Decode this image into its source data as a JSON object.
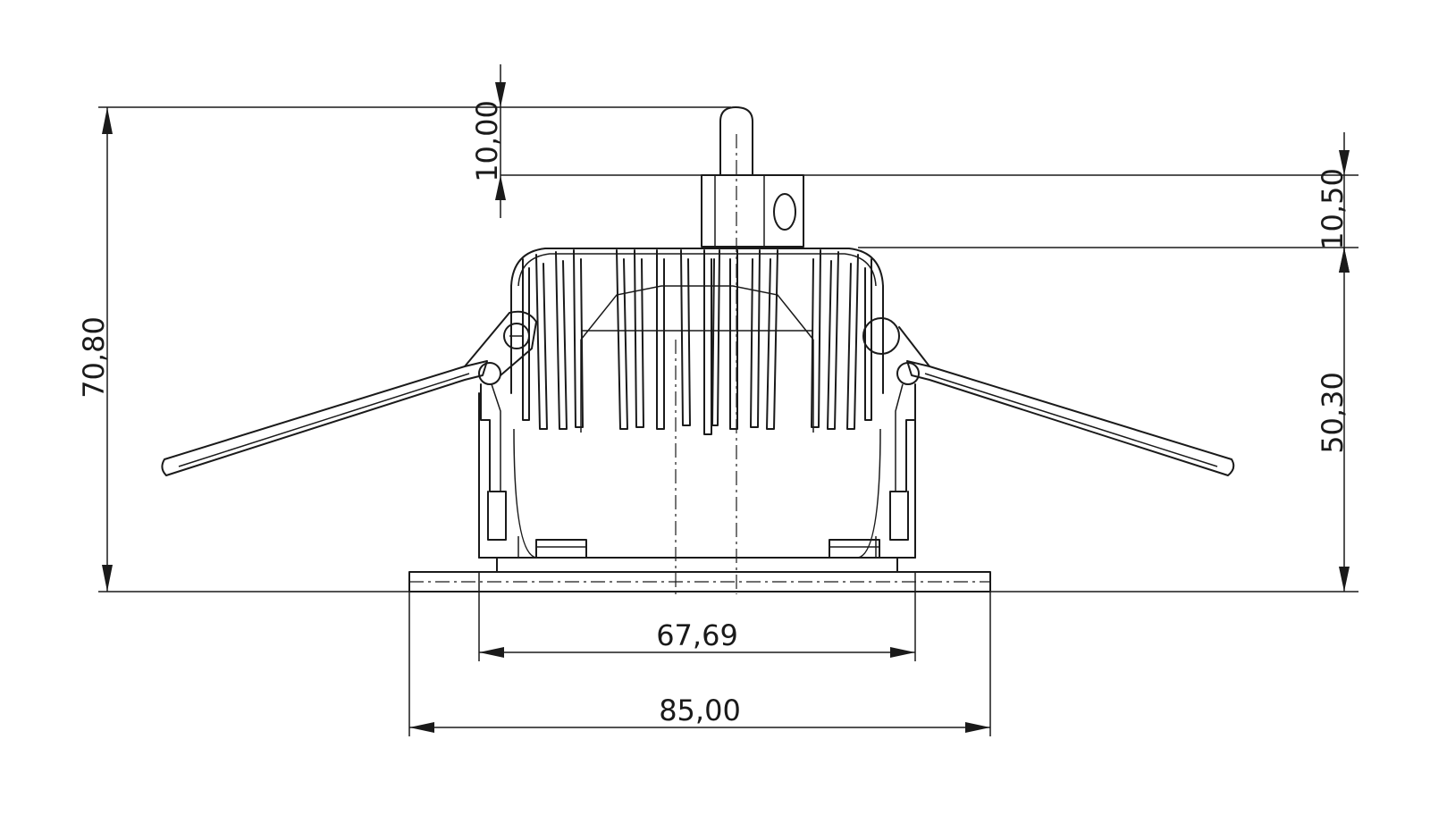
{
  "drawing": {
    "dimensions": {
      "total_height": "70,80",
      "pin_height": "10,00",
      "collar_height": "10,50",
      "body_height": "50,30",
      "inner_width": "67,69",
      "outer_width": "85,00"
    }
  },
  "colors": {
    "line": "#1a1a1a",
    "background": "#ffffff"
  }
}
